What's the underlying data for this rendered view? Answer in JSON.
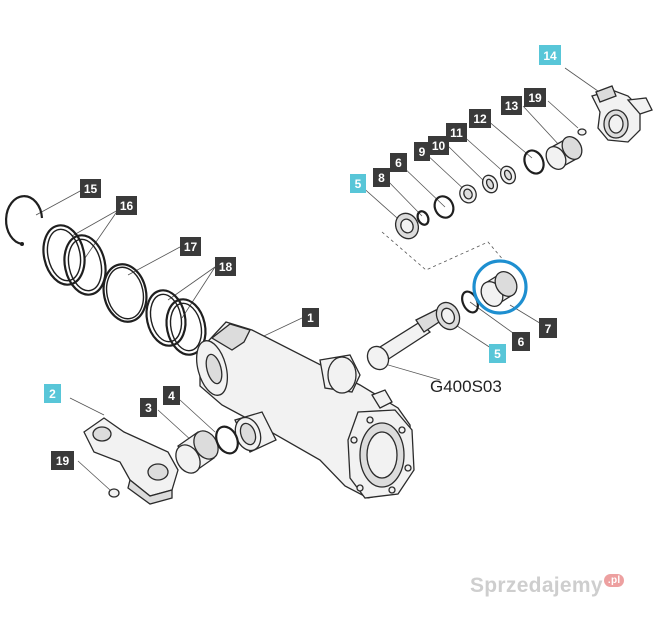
{
  "diagram": {
    "code": "G400S03",
    "watermark": "Sprzedajemy",
    "watermark_suffix": ".pl",
    "callouts": [
      {
        "id": "c15",
        "label": "15",
        "style": "dark"
      },
      {
        "id": "c16",
        "label": "16",
        "style": "dark"
      },
      {
        "id": "c17",
        "label": "17",
        "style": "dark"
      },
      {
        "id": "c18",
        "label": "18",
        "style": "dark"
      },
      {
        "id": "c1",
        "label": "1",
        "style": "dark"
      },
      {
        "id": "c2",
        "label": "2",
        "style": "light"
      },
      {
        "id": "c3",
        "label": "3",
        "style": "dark"
      },
      {
        "id": "c4",
        "label": "4",
        "style": "dark"
      },
      {
        "id": "c19a",
        "label": "19",
        "style": "dark"
      },
      {
        "id": "c14",
        "label": "14",
        "style": "light"
      },
      {
        "id": "c13",
        "label": "13",
        "style": "dark"
      },
      {
        "id": "c19b",
        "label": "19",
        "style": "dark"
      },
      {
        "id": "c12",
        "label": "12",
        "style": "dark"
      },
      {
        "id": "c11",
        "label": "11",
        "style": "dark"
      },
      {
        "id": "c10",
        "label": "10",
        "style": "dark"
      },
      {
        "id": "c9",
        "label": "9",
        "style": "dark"
      },
      {
        "id": "c6a",
        "label": "6",
        "style": "dark"
      },
      {
        "id": "c8",
        "label": "8",
        "style": "dark"
      },
      {
        "id": "c5a",
        "label": "5",
        "style": "light"
      },
      {
        "id": "c7",
        "label": "7",
        "style": "dark"
      },
      {
        "id": "c6b",
        "label": "6",
        "style": "dark"
      },
      {
        "id": "c5b",
        "label": "5",
        "style": "light"
      }
    ],
    "colors": {
      "callout_dark": "#3a3a3a",
      "callout_light": "#58c6d8",
      "highlight_circle": "#1e8fd0"
    }
  }
}
